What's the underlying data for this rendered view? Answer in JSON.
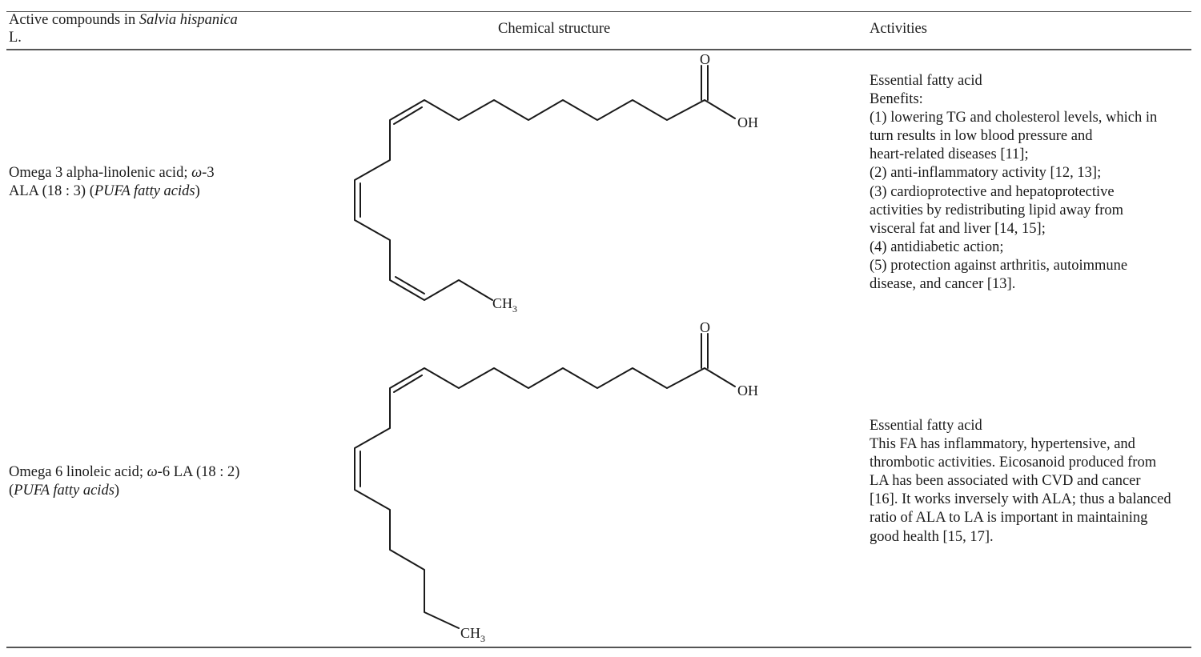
{
  "table": {
    "headers": {
      "compound_prefix": "Active compounds in ",
      "compound_italic": "Salvia hispanica",
      "compound_suffix": "L.",
      "structure": "Chemical structure",
      "activities": "Activities"
    },
    "rows": [
      {
        "compound_line1": "Omega 3 alpha-linolenic acid; ",
        "compound_omega": "ω",
        "compound_line1_end": "-3",
        "compound_line2": "ALA (18 : 3) (",
        "compound_italic": "PUFA fatty acids",
        "compound_close": ")",
        "structure_labels": {
          "oxygen": "O",
          "hydroxyl": "OH",
          "methyl": "CH",
          "methyl_sub": "3"
        },
        "activity_lines": [
          "Essential fatty acid",
          "Benefits:",
          "(1) lowering TG and cholesterol levels, which in",
          "turn results in low blood pressure and",
          "heart-related diseases [11];",
          "(2) anti-inflammatory activity [12, 13];",
          "(3) cardioprotective and hepatoprotective",
          "activities by redistributing lipid away from",
          "visceral fat and liver [14, 15];",
          "(4) antidiabetic action;",
          "(5) protection against arthritis, autoimmune",
          "disease, and cancer [13]."
        ]
      },
      {
        "compound_line1": "Omega 6 linoleic acid; ",
        "compound_omega": "ω",
        "compound_line1_end": "-6 LA (18 : 2)",
        "compound_line2": "(",
        "compound_italic": "PUFA fatty acids",
        "compound_close": ")",
        "structure_labels": {
          "oxygen": "O",
          "hydroxyl": "OH",
          "methyl": "CH",
          "methyl_sub": "3"
        },
        "activity_lines": [
          "Essential fatty acid",
          "This FA has inflammatory, hypertensive, and",
          "thrombotic activities. Eicosanoid produced from",
          "LA has been associated with CVD and cancer",
          "[16]. It works inversely with ALA; thus a balanced",
          "ratio of ALA to LA is important in maintaining",
          "good health [15, 17]."
        ]
      }
    ]
  }
}
